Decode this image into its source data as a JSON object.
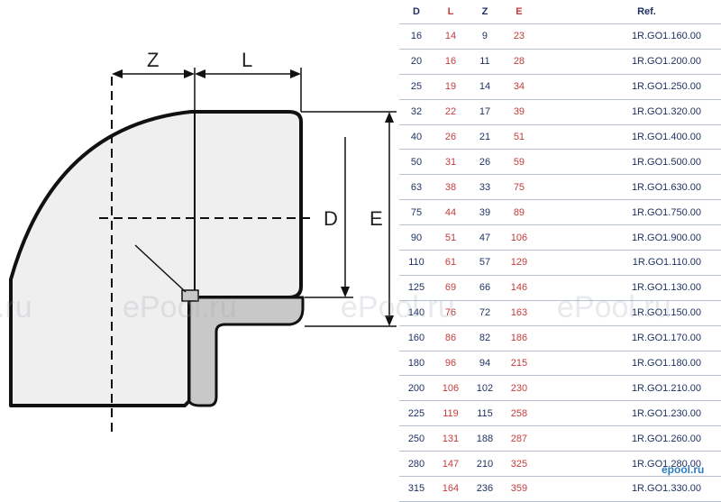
{
  "diagram": {
    "labels": {
      "Z": "Z",
      "L": "L",
      "D": "D",
      "E": "E"
    }
  },
  "table": {
    "headers": [
      "D",
      "L",
      "Z",
      "E",
      "Ref."
    ],
    "rows": [
      [
        "16",
        "14",
        "9",
        "23",
        "1R.GO1.160.00"
      ],
      [
        "20",
        "16",
        "11",
        "28",
        "1R.GO1.200.00"
      ],
      [
        "25",
        "19",
        "14",
        "34",
        "1R.GO1.250.00"
      ],
      [
        "32",
        "22",
        "17",
        "39",
        "1R.GO1.320.00"
      ],
      [
        "40",
        "26",
        "21",
        "51",
        "1R.GO1.400.00"
      ],
      [
        "50",
        "31",
        "26",
        "59",
        "1R.GO1.500.00"
      ],
      [
        "63",
        "38",
        "33",
        "75",
        "1R.GO1.630.00"
      ],
      [
        "75",
        "44",
        "39",
        "89",
        "1R.GO1.750.00"
      ],
      [
        "90",
        "51",
        "47",
        "106",
        "1R.GO1.900.00"
      ],
      [
        "110",
        "61",
        "57",
        "129",
        "1R.GO1.110.00"
      ],
      [
        "125",
        "69",
        "66",
        "146",
        "1R.GO1.130.00"
      ],
      [
        "140",
        "76",
        "72",
        "163",
        "1R.GO1.150.00"
      ],
      [
        "160",
        "86",
        "82",
        "186",
        "1R.GO1.170.00"
      ],
      [
        "180",
        "96",
        "94",
        "215",
        "1R.GO1.180.00"
      ],
      [
        "200",
        "106",
        "102",
        "230",
        "1R.GO1.210.00"
      ],
      [
        "225",
        "119",
        "115",
        "258",
        "1R.GO1.230.00"
      ],
      [
        "250",
        "131",
        "188",
        "287",
        "1R.GO1.260.00"
      ],
      [
        "280",
        "147",
        "210",
        "325",
        "1R.GO1.280.00"
      ],
      [
        "315",
        "164",
        "236",
        "359",
        "1R.GO1.330.00"
      ]
    ]
  },
  "watermarks": [
    ".ru",
    "ePool.ru",
    "ePool.ru",
    "ePool.ru"
  ],
  "logo": "epool.ru",
  "colors": {
    "header_blue": "#1c2f5e",
    "accent_red": "#c43c3c",
    "rule": "#b7bfd3",
    "fitting_fill": "#efefef",
    "socket_fill": "#c8c8c8"
  }
}
